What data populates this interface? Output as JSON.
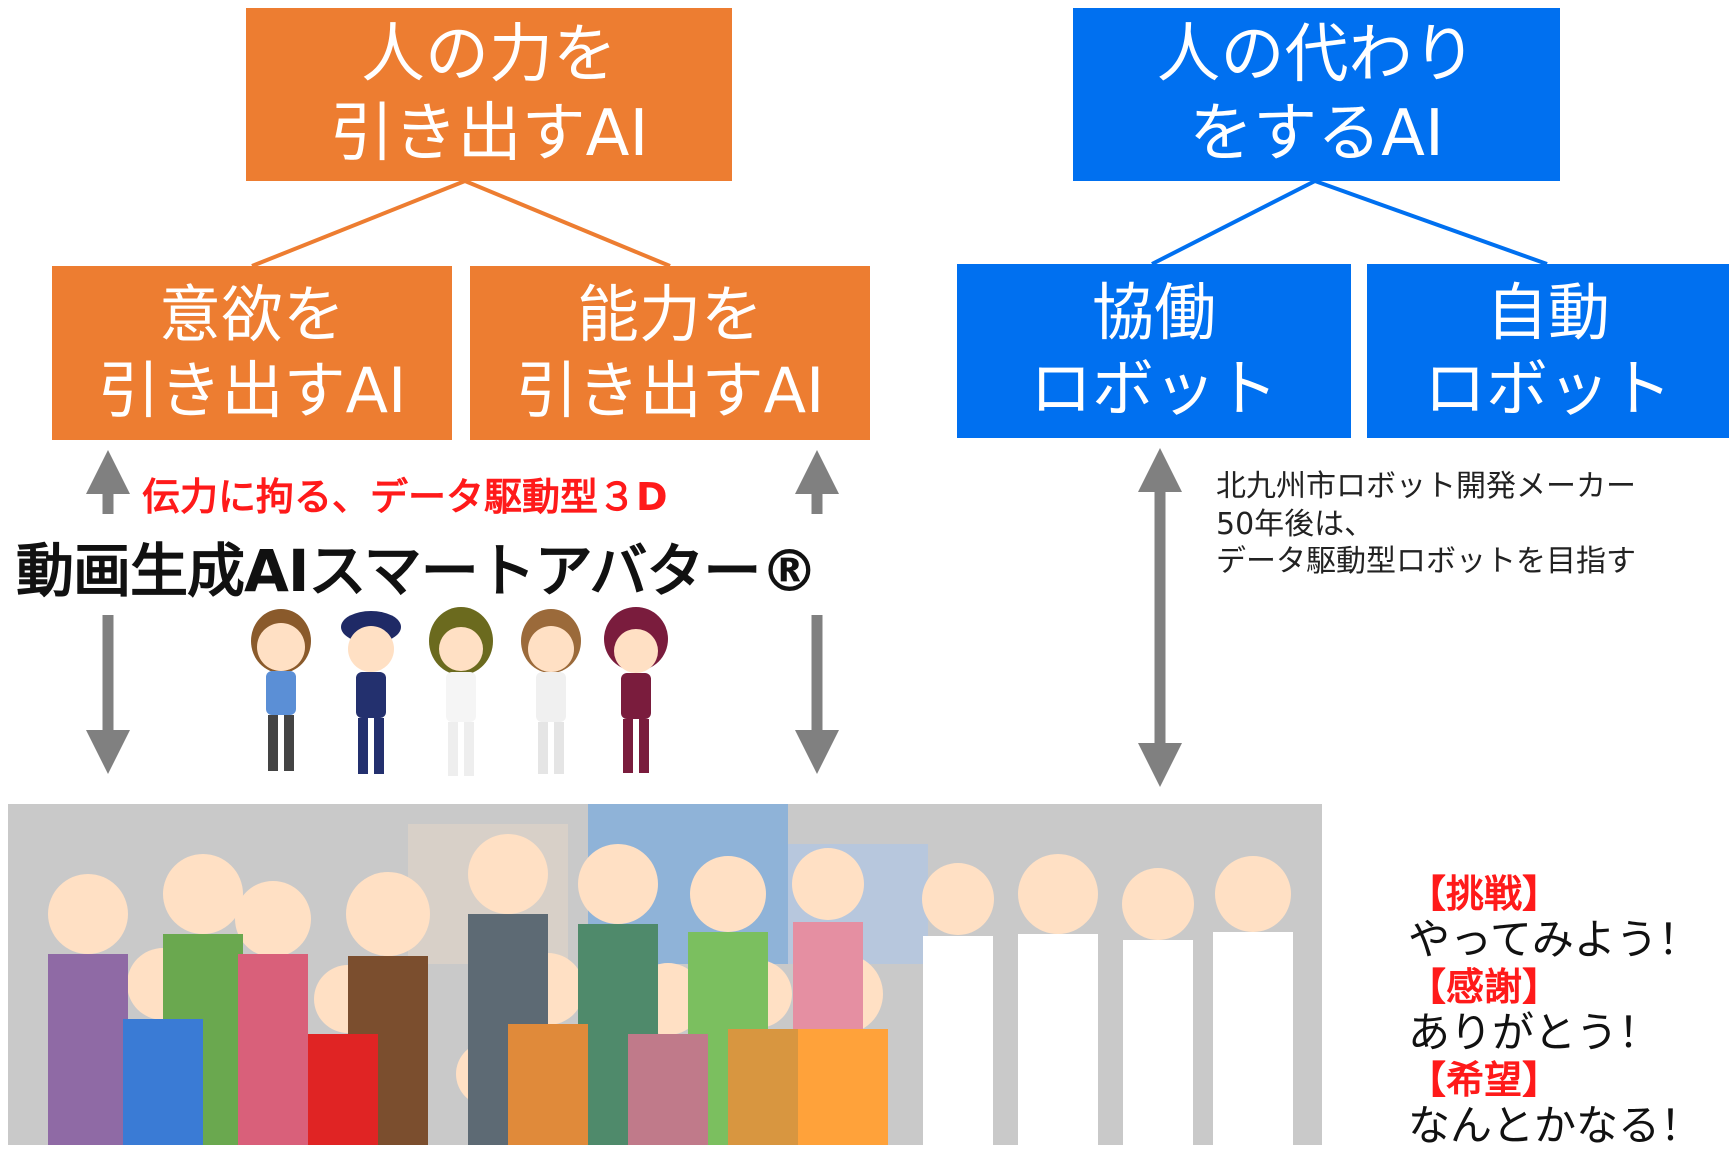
{
  "top_left_box": {
    "line1": "人の力を",
    "line2": "引き出すAI",
    "color": "#ed7d31"
  },
  "top_right_box": {
    "line1": "人の代わり",
    "line2": "をするAI",
    "color": "#0070f0"
  },
  "sub_boxes": {
    "motivation": {
      "line1": "意欲を",
      "line2": "引き出すAI"
    },
    "ability": {
      "line1": "能力を",
      "line2": "引き出すAI"
    },
    "collab_robot": {
      "line1": "協働",
      "line2": "ロボット"
    },
    "auto_robot": {
      "line1": "自動",
      "line2": "ロボット"
    }
  },
  "red_caption": "伝力に拘る、データ駆動型３D",
  "main_title": "動画生成AIスマートアバター®",
  "robot_note": {
    "line1": "北九州市ロボット開発メーカー",
    "line2": "50年後は、",
    "line3": "データ駆動型ロボットを目指す"
  },
  "messages": [
    {
      "tag": "【挑戦】",
      "text": "やってみよう！"
    },
    {
      "tag": "【感謝】",
      "text": "ありがとう！"
    },
    {
      "tag": "【希望】",
      "text": "なんとかなる！"
    }
  ],
  "icons": {
    "avatars": "avatar-characters-illustration",
    "people": "community-people-illustration"
  },
  "colors": {
    "orange": "#ed7d31",
    "blue": "#0070f0",
    "arrow": "#808080",
    "red": "#ff1a1a"
  }
}
